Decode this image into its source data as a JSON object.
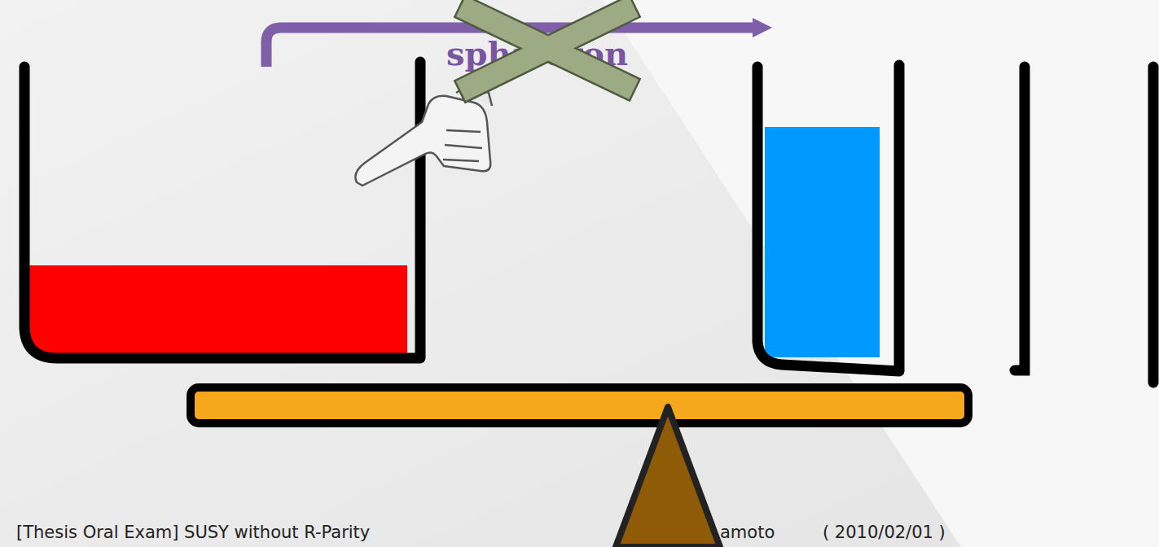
{
  "diagram": {
    "labels": [
      "sphaleron",
      "[Thesis Oral Exam] SUSY without R-Parity",
      "amoto",
      "( 2010/02/01 )"
    ]
  }
}
